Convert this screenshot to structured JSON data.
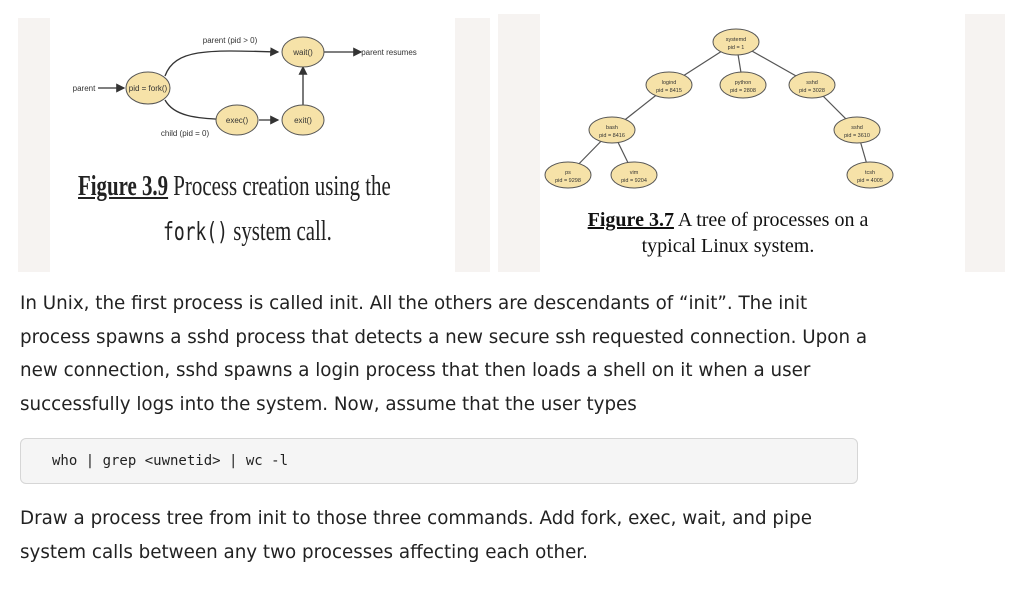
{
  "figure_fork": {
    "labels": {
      "parent": "parent",
      "parent_branch": "parent (pid > 0)",
      "child_branch": "child (pid = 0)",
      "parent_resumes": "parent resumes"
    },
    "nodes": {
      "fork": "pid = fork()",
      "wait": "wait()",
      "exec": "exec()",
      "exit": "exit()"
    },
    "caption_label": "Figure 3.9",
    "caption_line1": " Process creation using the",
    "caption_code": "fork()",
    "caption_line2": " system call."
  },
  "figure_tree": {
    "nodes": [
      {
        "name": "systemd",
        "pid": "pid = 1"
      },
      {
        "name": "logind",
        "pid": "pid = 8415"
      },
      {
        "name": "python",
        "pid": "pid = 2808"
      },
      {
        "name": "sshd",
        "pid": "pid = 3028"
      },
      {
        "name": "bash",
        "pid": "pid = 8416"
      },
      {
        "name": "sshd",
        "pid": "pid = 3610"
      },
      {
        "name": "ps",
        "pid": "pid = 9298"
      },
      {
        "name": "vim",
        "pid": "pid = 9204"
      },
      {
        "name": "tcsh",
        "pid": "pid = 4005"
      }
    ],
    "caption_label": "Figure 3.7",
    "caption_line1": " A tree of processes on a",
    "caption_line2": "typical Linux system."
  },
  "intro_text": "In Unix, the first process is called init.  All the others are descendants of “init”.  The init process spawns a sshd process that detects a new secure ssh requested connection. Upon a new connection, sshd spawns a login process that then loads a shell on it when a user successfully logs into the system. Now, assume that the user types",
  "code": "who | grep <uwnetid> | wc -l",
  "question_text": "Draw a process tree from init to those three commands. Add fork, exec, wait, and pipe system calls between any two processes affecting each other.",
  "colors": {
    "node_fill": "#f6e2a8",
    "node_stroke": "#555555"
  }
}
